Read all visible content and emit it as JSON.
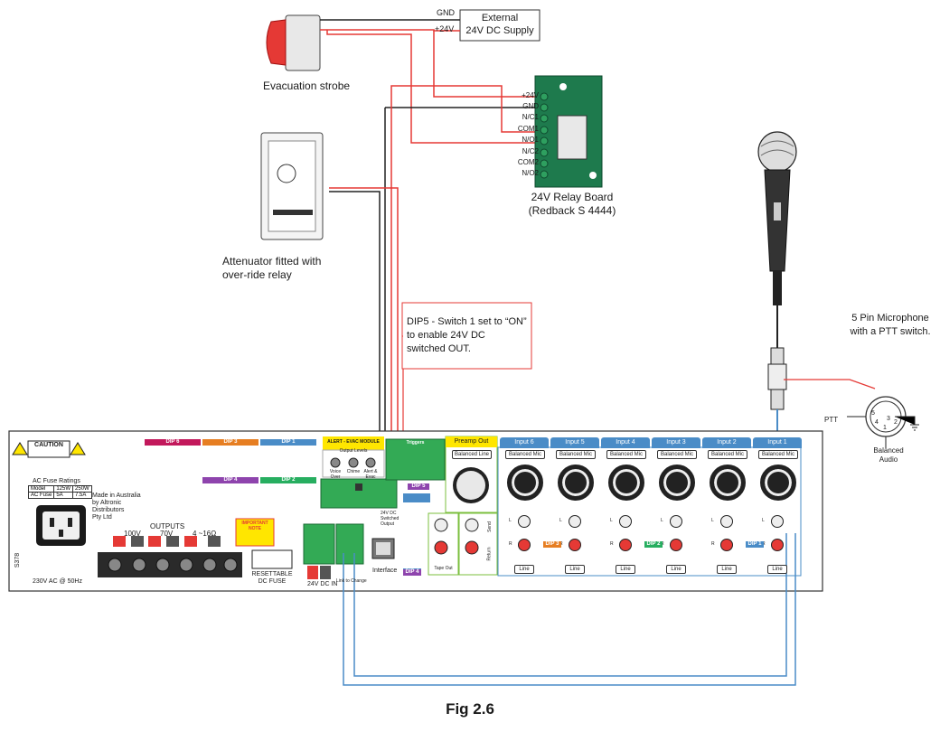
{
  "figure_caption": "Fig 2.6",
  "external_supply": {
    "line1": "External",
    "line2": "24V DC Supply",
    "gnd": "GND",
    "v24": "+24V"
  },
  "strobe": {
    "label": "Evacuation strobe"
  },
  "relay_board": {
    "line1": "24V Relay  Board",
    "line2": "(Redback S 4444)",
    "terminals": [
      "+24V",
      "GND",
      "N/C1",
      "COM1",
      "N/O1",
      "N/C2",
      "COM2",
      "N/O2"
    ]
  },
  "attenuator": {
    "line1": "Attenuator fitted with",
    "line2": "over-ride relay"
  },
  "dip_note": {
    "line1": "DIP5 - Switch 1 set to “ON”",
    "line2": "to enable 24V DC",
    "line3": "switched OUT."
  },
  "microphone": {
    "line1": "5 Pin Microphone",
    "line2": "with a PTT switch."
  },
  "xlr_connector": {
    "ptt": "PTT",
    "pins": [
      "5",
      "4",
      "1",
      "3",
      "2"
    ],
    "balanced1": "Balanced",
    "balanced2": "Audio"
  },
  "amp": {
    "caution": "CAUTION",
    "ac_fuse_ratings": "AC Fuse Ratings",
    "fuse_table": [
      [
        "Model",
        "125W",
        "250W"
      ],
      [
        "AC Fuse",
        "5A",
        "7.5A"
      ]
    ],
    "made_in": [
      "Made in Australia",
      "by Altronic",
      "Distributors",
      "Pty Ltd"
    ],
    "serial": "S378",
    "mains": "230V AC @ 50Hz",
    "outputs": "OUTPUTS",
    "output_taps": [
      "100V",
      "70V",
      "4 ~16Ω"
    ],
    "resettable": [
      "RESETTABLE",
      "DC FUSE"
    ],
    "important_note": "IMPORTANT NOTE",
    "dc_in": "24V DC IN",
    "link": "Link to Change",
    "interface": "Interface",
    "dip4": "DIP 4",
    "dip5": "DIP 5",
    "dip_titles": [
      "DIP 6",
      "DIP 3",
      "DIP 1",
      "DIP 4",
      "DIP 2"
    ],
    "alert_module": "ALERT - EVAC MODULE",
    "output_levels": "Output Levels",
    "level_knobs": [
      "Voice Over",
      "Chime",
      "Alert & Evac"
    ],
    "triggers": "Triggers",
    "dc_switched": [
      "24V DC",
      "Switched",
      "Output"
    ],
    "preamp_out": "Preamp Out",
    "balanced_line": "Balanced Line",
    "tape_out": "Tape Out",
    "return": "Return",
    "send": "Send",
    "inputs": [
      "Input 6",
      "Input 5",
      "Input 4",
      "Input 3",
      "Input 2",
      "Input 1"
    ],
    "balanced_mic": "Balanced Mic",
    "line": "Line",
    "l": "L",
    "r": "R",
    "input_dips": [
      "DIP 1",
      "DIP 2",
      "DIP 3"
    ]
  }
}
